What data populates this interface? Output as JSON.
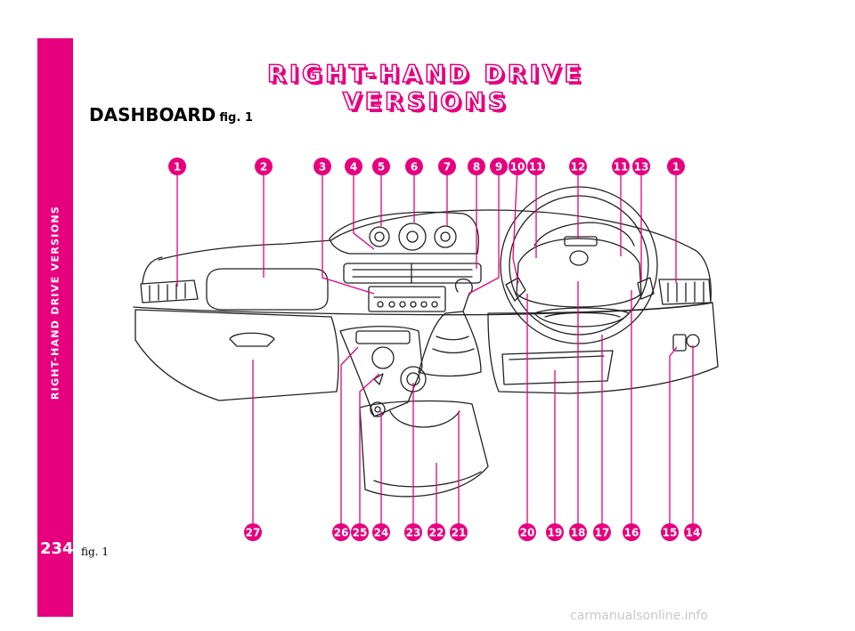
{
  "sidebar": {
    "label": "RIGHT-HAND DRIVE VERSIONS",
    "page_number": "234"
  },
  "title": "RIGHT-HAND DRIVE VERSIONS",
  "heading": {
    "main": "DASHBOARD",
    "fig": "fig. 1"
  },
  "figure_caption": "fig. 1",
  "watermark": "carmanualsonline.info",
  "accent_color": "#e6007e",
  "callouts": {
    "top": [
      "1",
      "2",
      "3",
      "4",
      "5",
      "6",
      "7",
      "8",
      "9",
      "10",
      "11",
      "12",
      "11",
      "13",
      "1"
    ],
    "bottom": [
      "27",
      "26",
      "25",
      "24",
      "23",
      "22",
      "21",
      "20",
      "19",
      "18",
      "17",
      "16",
      "15",
      "14"
    ]
  }
}
